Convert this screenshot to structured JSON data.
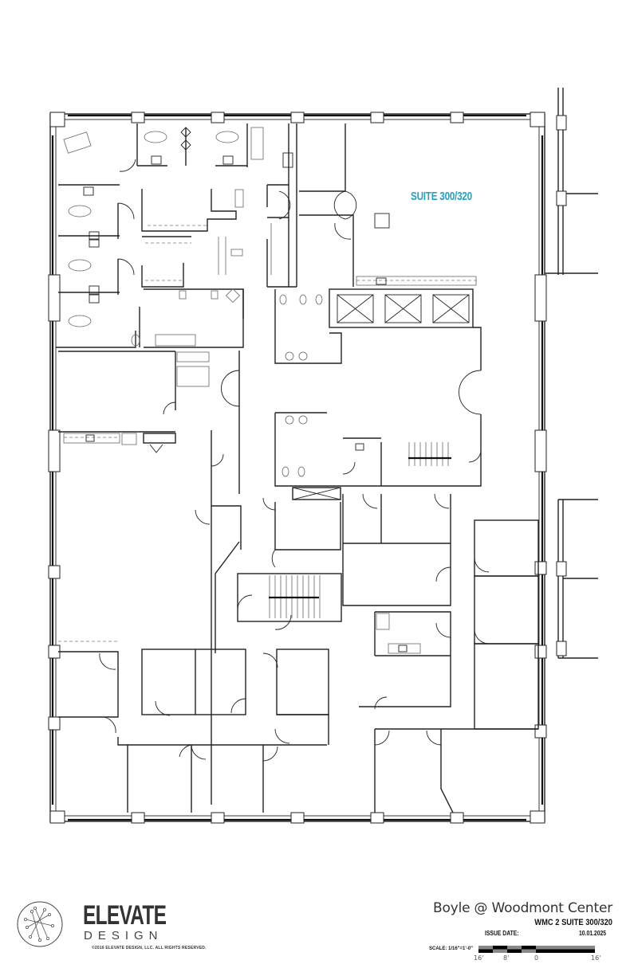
{
  "drawing": {
    "type": "floor-plan",
    "suite_label": "SUITE 300/320",
    "suite_label_color": "#2a9fc2",
    "line_color": "#222222",
    "background": "#ffffff"
  },
  "title_block": {
    "project_name": "Boyle @ Woodmont Center",
    "suite": "WMC 2 SUITE 300/320",
    "issue_date_label": "ISSUE DATE:",
    "issue_date": "10.01.2025",
    "scale_label": "SCALE: 1/16\"=1'-0\"",
    "scale_ticks": [
      "16'",
      "8'",
      "0",
      "16'"
    ]
  },
  "logo": {
    "title": "ELEVATE",
    "subtitle": "DESIGN",
    "copyright": "©2016 ELEVATE DESIGN, LLC. ALL RIGHTS RESERVED.",
    "icon": "network-circle-icon"
  }
}
